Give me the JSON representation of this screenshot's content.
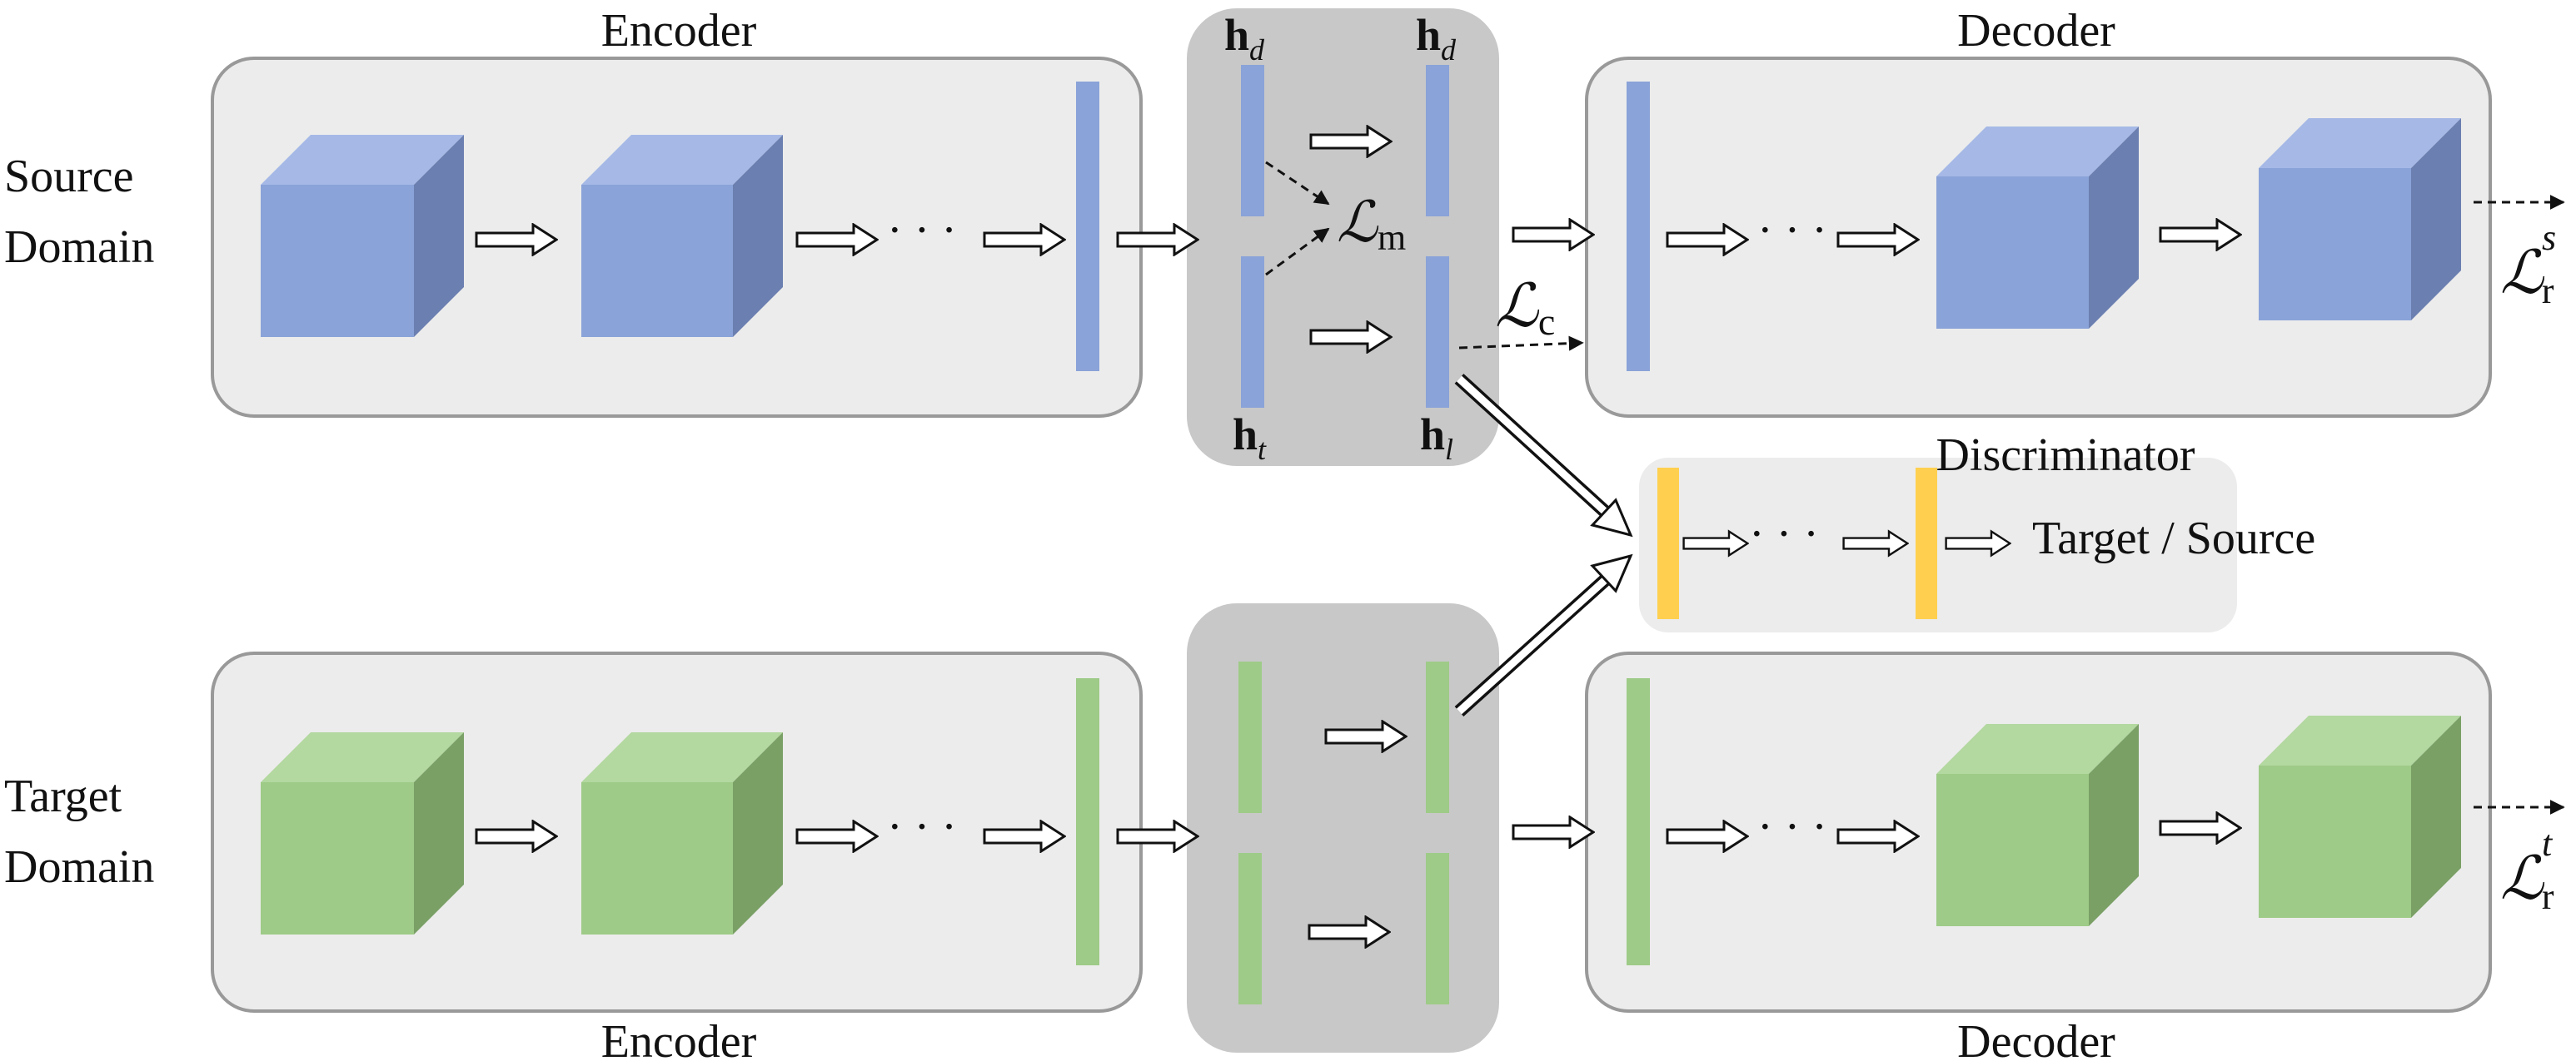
{
  "labels": {
    "encoder_top": "Encoder",
    "encoder_bottom": "Encoder",
    "decoder_top": "Decoder",
    "decoder_bottom": "Decoder",
    "discriminator": "Discriminator",
    "source_line1": "Source",
    "source_line2": "Domain",
    "target_line1": "Target",
    "target_line2": "Domain",
    "disc_output": "Target / Source",
    "ellipsis": "· · ·"
  },
  "symbols": {
    "h_d": {
      "base": "h",
      "sub": "d"
    },
    "h_t": {
      "base": "h",
      "sub": "t"
    },
    "h_l": {
      "base": "h",
      "sub": "l"
    },
    "loss_m": {
      "base": "ℒ",
      "sub": "m"
    },
    "loss_c": {
      "base": "ℒ",
      "sub": "c"
    },
    "loss_r_s": {
      "base": "ℒ",
      "sub": "r",
      "sup": "s"
    },
    "loss_r_t": {
      "base": "ℒ",
      "sub": "r",
      "sup": "t"
    }
  },
  "colors": {
    "source_front": "#8aa3d8",
    "source_top": "#a6b9e6",
    "source_side": "#6b7fb0",
    "target_front": "#9ecb87",
    "target_top": "#b3d8a0",
    "target_side": "#7aa066",
    "disc_bar": "#ffd04f",
    "panel_light": "#ececec",
    "panel_dark": "#c8c8c8",
    "panel_border": "#999999"
  }
}
